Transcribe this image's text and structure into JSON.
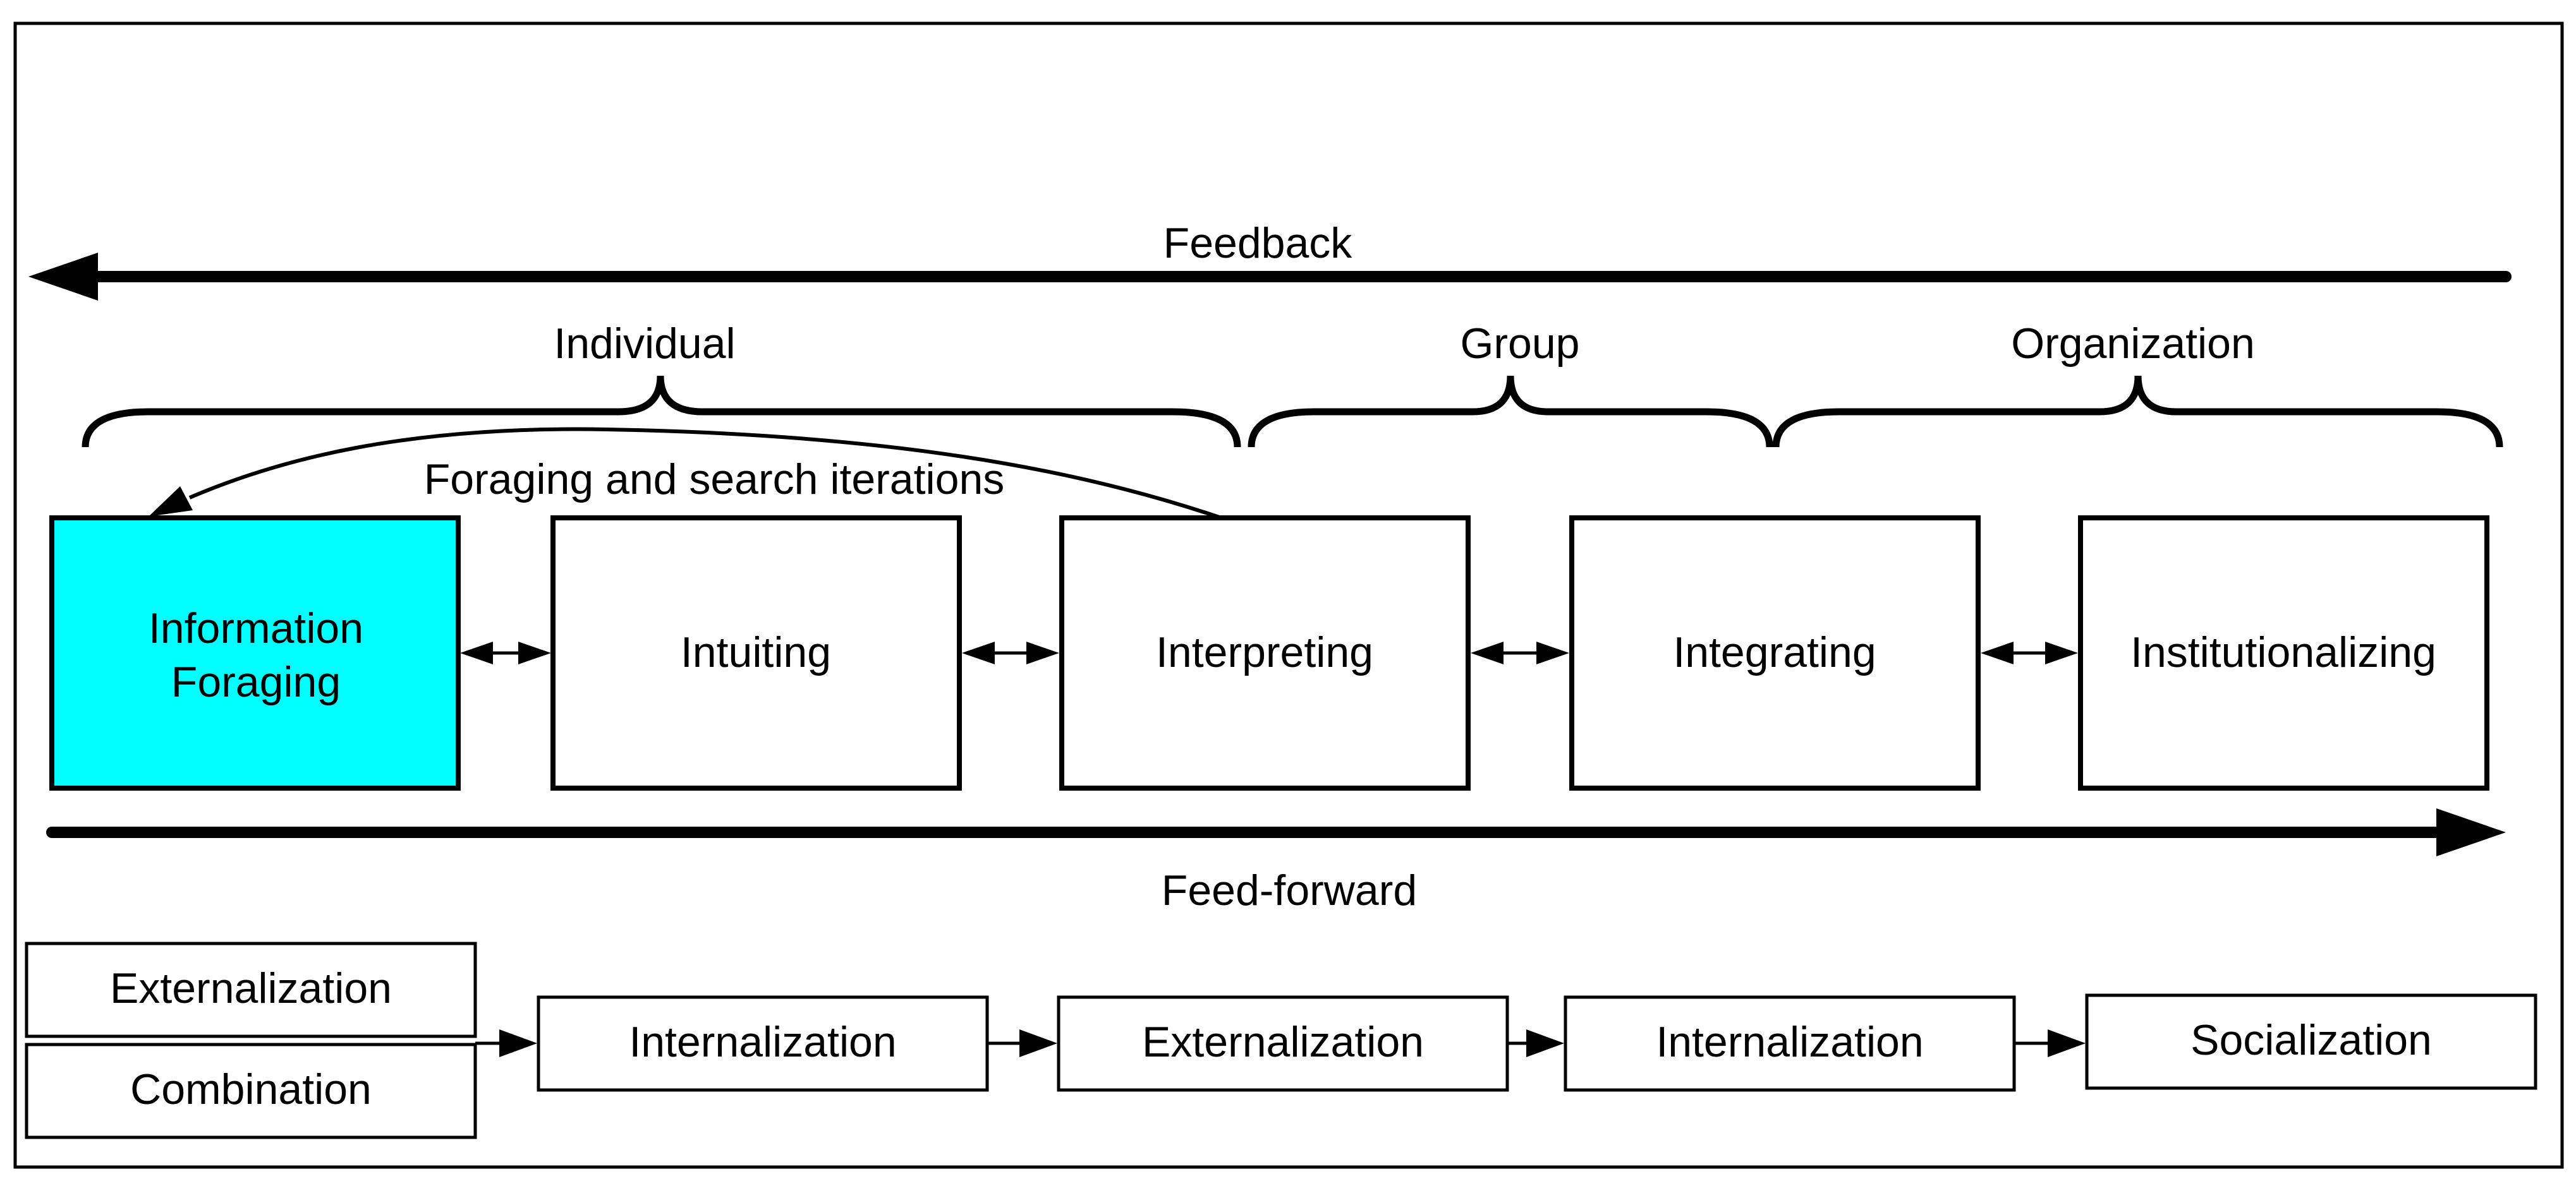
{
  "feedback_label": "Feedback",
  "feedforward_label": "Feed-forward",
  "groups": {
    "individual": "Individual",
    "group": "Group",
    "organization": "Organization"
  },
  "loop_label": "Foraging and search iterations",
  "stages": {
    "foraging_line1": "Information",
    "foraging_line2": "Foraging",
    "intuiting": "Intuiting",
    "interpreting": "Interpreting",
    "integrating": "Integrating",
    "institutionalizing": "Institutionalizing"
  },
  "knowledge_modes": {
    "externalization_top": "Externalization",
    "combination": "Combination",
    "internalization_1": "Internalization",
    "externalization_2": "Externalization",
    "internalization_2": "Internalization",
    "socialization": "Socialization"
  },
  "colors": {
    "foraging_fill": "#00FFFF",
    "stroke": "#000000",
    "background": "#FFFFFF"
  }
}
